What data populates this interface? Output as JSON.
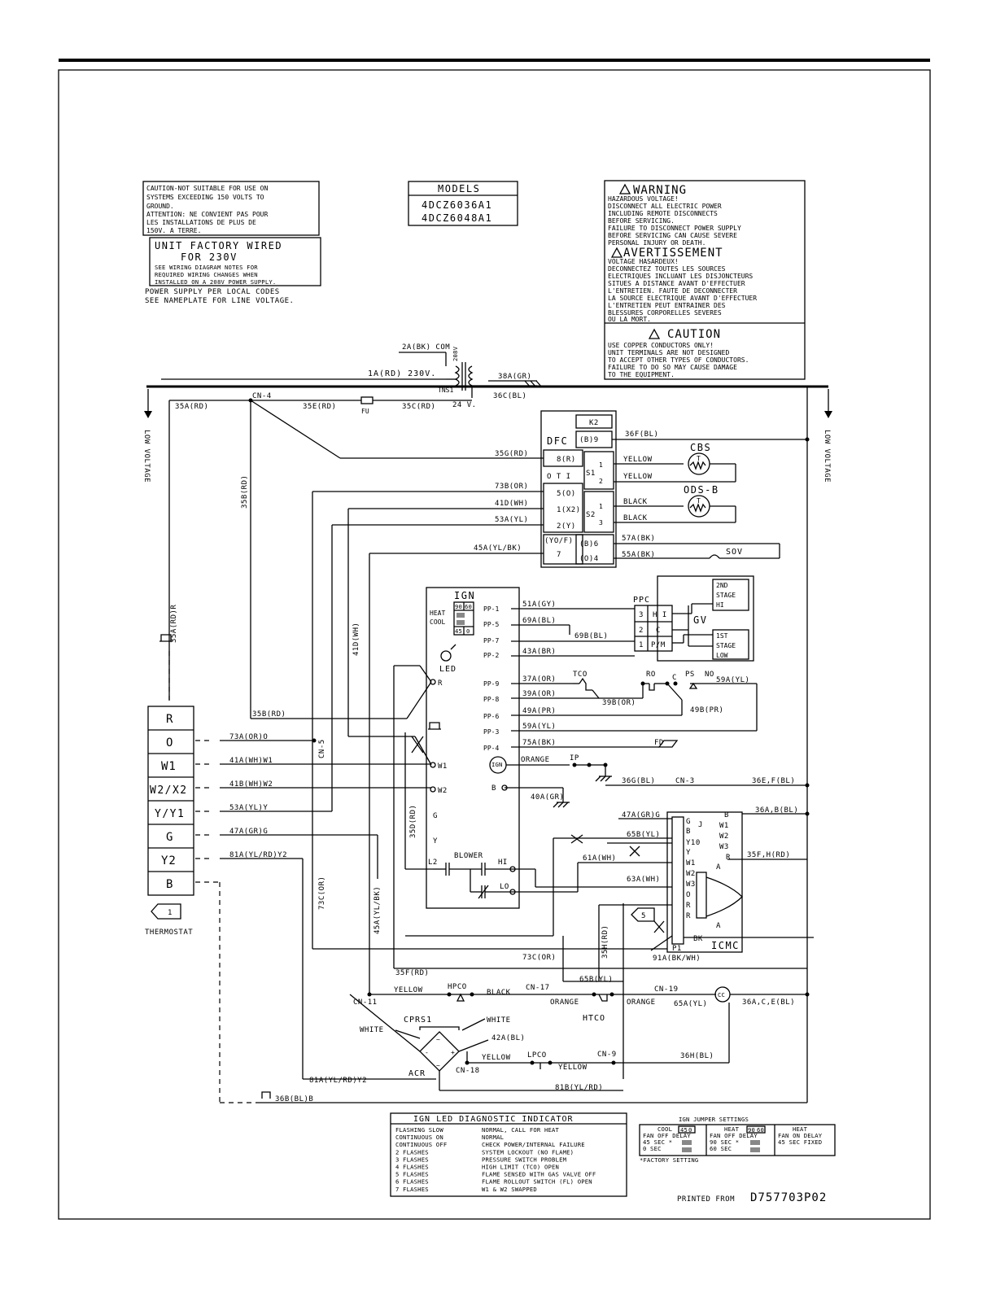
{
  "caution_box": {
    "lines": [
      "CAUTION-NOT SUITABLE FOR USE ON",
      "SYSTEMS EXCEEDING 150 VOLTS TO",
      "GROUND.",
      "ATTENTION: NE CONVIENT PAS POUR",
      "LES INSTALLATIONS DE PLUS DE",
      "150V. A TERRE."
    ]
  },
  "factory_box": {
    "title": "UNIT FACTORY WIRED",
    "voltage": "FOR 230V",
    "notes": [
      "SEE WIRING DIAGRAM NOTES FOR",
      "REQUIRED WIRING CHANGES WHEN",
      "INSTALLED ON A 208V POWER SUPPLY."
    ]
  },
  "power_notes": [
    "POWER SUPPLY PER LOCAL CODES",
    "SEE NAMEPLATE FOR LINE VOLTAGE."
  ],
  "models": {
    "title": "MODELS",
    "items": [
      "4DCZ6036A1",
      "4DCZ6048A1"
    ]
  },
  "warning": {
    "title": "WARNING",
    "lines": [
      "HAZARDOUS VOLTAGE!",
      "DISCONNECT ALL ELECTRIC POWER",
      "INCLUDING REMOTE DISCONNECTS",
      "BEFORE SERVICING.",
      "FAILURE TO DISCONNECT POWER SUPPLY",
      "BEFORE SERVICING CAN CAUSE SEVERE",
      "PERSONAL INJURY OR DEATH."
    ],
    "title_fr": "AVERTISSEMENT",
    "lines_fr": [
      "VOLTAGE HASARDEUX!",
      "DECONNECTEZ TOUTES LES SOURCES",
      "ELECTRIQUES INCLUANT LES DISJONCTEURS",
      "SITUES A DISTANCE AVANT D'EFFECTUER",
      "L'ENTRETIEN. FAUTE DE DECONNECTER",
      "LA SOURCE ELECTRIQUE AVANT D'EFFECTUER",
      "L'ENTRETIEN PEUT ENTRAINER DES",
      "BLESSURES CORPORELLES SEVERES",
      "OU LA MORT."
    ],
    "caution_title": "CAUTION",
    "caution_lines": [
      "USE COPPER CONDUCTORS ONLY!",
      "UNIT TERMINALS ARE NOT DESIGNED",
      "TO ACCEPT OTHER TYPES OF CONDUCTORS.",
      "FAILURE TO DO SO MAY CAUSE DAMAGE",
      "TO THE EQUIPMENT."
    ]
  },
  "transformer": {
    "com": "2A(BK)  COM",
    "v230": "1A(RD) 230V.",
    "v208": "208V",
    "name": "TNS1",
    "gr": "38A(GR)",
    "v24": "24 V.",
    "bl": "36C(BL)"
  },
  "top_wires": {
    "cn4": "CN-4",
    "w35a": "35A(RD)",
    "w35e": "35E(RD)",
    "fu": "FU",
    "w35c": "35C(RD)"
  },
  "side_labels": {
    "low_voltage": "LOW VOLTAGE",
    "w35b": "35B(RD)",
    "w35ar": "35A(RD)R",
    "w41d": "41D(WH)",
    "w45a": "45A(YL/BK)",
    "w73c": "73C(OR)",
    "w35d": "35D(RD)",
    "w35h": "35H(RD)",
    "cn5": "CN-5"
  },
  "dfc": {
    "k2": "K2",
    "b9": "(B)9",
    "title": "DFC",
    "r8": "8(R)",
    "oti": "O T I",
    "p5": "5(O)",
    "p1": "1(X2)",
    "p2": "2(Y)",
    "yof": "(YO/F)",
    "p7": "7",
    "s1": "S1",
    "s1a": "1",
    "s1b": "2",
    "s2": "S2",
    "s2a": "1",
    "s2b": "3",
    "b6": "(B)6",
    "o4": "(O)4",
    "w36f": "36F(BL)",
    "w35g": "35G(RD)",
    "w73b": "73B(OR)",
    "w41d": "41D(WH)",
    "w53a": "53A(YL)",
    "w45a": "45A(YL/BK)",
    "yellow1": "YELLOW",
    "yellow2": "YELLOW",
    "black1": "BLACK",
    "black2": "BLACK",
    "cbs": "CBS",
    "ods": "ODS-B",
    "w57a": "57A(BK)",
    "w55a": "55A(BK)",
    "sov": "SOV"
  },
  "ign": {
    "title": "IGN",
    "heat": "HEAT",
    "cool": "COOL",
    "j90": "90",
    "j60": "60",
    "j45": "45",
    "j0": "0",
    "led": "LED",
    "pp": [
      "PP-1",
      "PP-5",
      "PP-7",
      "PP-2",
      "PP-9",
      "PP-8",
      "PP-6",
      "PP-3",
      "PP-4"
    ],
    "wires": [
      "51A(GY)",
      "69A(BL)",
      "69B(BL)",
      "43A(BR)",
      "37A(OR)",
      "39A(OR)",
      "49A(PR)",
      "59A(YL)",
      "75A(BK)"
    ],
    "terms": [
      "R",
      "W1",
      "W2",
      "G",
      "Y",
      "L2",
      "BLOWER",
      "HI",
      "LO",
      "B"
    ],
    "orange": "ORANGE",
    "ip": "IP",
    "w40a": "40A(GR)",
    "ignlabel": "IGN"
  },
  "ppc": {
    "title": "PPC",
    "p3": "3",
    "hi": "H I",
    "p2": "2",
    "c": "C",
    "p1": "1",
    "pm": "P/M",
    "gv": "GV",
    "stage2": [
      "2ND",
      "STAGE",
      "HI"
    ],
    "stage1": [
      "1ST",
      "STAGE",
      "LOW"
    ]
  },
  "safety": {
    "tco": "TCO",
    "w39b": "39B(OR)",
    "ro": "RO",
    "c": "C",
    "ps": "PS",
    "no": "NO",
    "w59a": "59A(YL)",
    "w49b": "49B(PR)",
    "fd": "FD"
  },
  "cn3": {
    "w36g": "36G(BL)",
    "cn3": "CN-3",
    "w36ef": "36E,F(BL)",
    "w36ab": "36A,B(BL)"
  },
  "thermostat": {
    "terms": [
      "R",
      "O",
      "W1",
      "W2/X2",
      "Y/Y1",
      "G",
      "Y2",
      "B"
    ],
    "wires": [
      "73A(OR)O",
      "41A(WH)W1",
      "41B(WH)W2",
      "53A(YL)Y",
      "47A(GR)G",
      "81A(YL/RD)Y2"
    ],
    "w35b": "35B(RD)",
    "label": "THERMOSTAT",
    "note": "1"
  },
  "icmc": {
    "title": "ICMC",
    "w47a": "47A(GR)G",
    "g": "G",
    "j": "J",
    "b": "B",
    "y10": "Y10",
    "y": "Y",
    "w1": "W1",
    "w2": "W2",
    "w3": "W3",
    "o": "O",
    "r1": "R",
    "r2": "R",
    "bk": "BK",
    "p1": "P1",
    "rb": "B",
    "rw1": "W1",
    "rw2": "W2",
    "rw3": "W3",
    "rr": "R",
    "a1": "A",
    "a2": "A",
    "w65b": "65B(YL)",
    "w61a": "61A(WH)",
    "w63a": "63A(WH)",
    "w35fh": "35F,H(RD)",
    "note5": "5",
    "w91a": "91A(BK/WH)"
  },
  "lower": {
    "w73c": "73C(OR)",
    "w35f": "35F(RD)",
    "w65b": "65B(YL)",
    "cn11": "CN-11",
    "yellow": "YELLOW",
    "hpco": "HPCO",
    "black": "BLACK",
    "cn17": "CN-17",
    "orange": "ORANGE",
    "htco": "HTCO",
    "cn19": "CN-19",
    "orange2": "ORANGE",
    "w65a": "65A(YL)",
    "cc": "CC",
    "w36ace": "36A,C,E(BL)",
    "cprs": "CPRS1",
    "white1": "WHITE",
    "white2": "WHITE",
    "w42a": "42A(BL)",
    "acr": "ACR",
    "cn18": "CN-18",
    "yellow2": "YELLOW",
    "lpco": "LPCO",
    "yellow3": "YELLOW",
    "cn9": "CN-9",
    "w36h": "36H(BL)",
    "w81a": "81A(YL/RD)Y2",
    "w81b": "81B(YL/RD)",
    "w36b": "36B(BL)B"
  },
  "diag": {
    "title": "IGN LED DIAGNOSTIC INDICATOR",
    "rows": [
      [
        "FLASHING SLOW",
        "NORMAL, CALL FOR HEAT"
      ],
      [
        "CONTINUOUS ON",
        "NORMAL"
      ],
      [
        "CONTINUOUS OFF",
        "CHECK POWER/INTERNAL FAILURE"
      ],
      [
        "2 FLASHES",
        "SYSTEM LOCKOUT (NO FLAME)"
      ],
      [
        "3 FLASHES",
        "PRESSURE SWITCH PROBLEM"
      ],
      [
        "4 FLASHES",
        "HIGH LIMIT (TCO) OPEN"
      ],
      [
        "5 FLASHES",
        "FLAME SENSED WITH GAS VALVE OFF"
      ],
      [
        "6 FLASHES",
        "FLAME ROLLOUT SWITCH (FL) OPEN"
      ],
      [
        "7 FLASHES",
        "W1 & W2 SWAPPED"
      ]
    ]
  },
  "jumper": {
    "title": "IGN JUMPER SETTINGS",
    "cool": "COOL",
    "fanoff": "FAN OFF DELAY",
    "c45": "45 SEC *",
    "c0": "0 SEC",
    "j45": "45",
    "j0": "0",
    "heat": "HEAT",
    "h90": "90 SEC *",
    "h60": "60 SEC",
    "j90": "90",
    "j60": "60",
    "heat2": "HEAT",
    "fanon": "FAN ON DELAY",
    "fixed": "45 SEC FIXED",
    "factory": "*FACTORY SETTING"
  },
  "printed": {
    "label": "PRINTED FROM",
    "code": "D757703P02"
  }
}
